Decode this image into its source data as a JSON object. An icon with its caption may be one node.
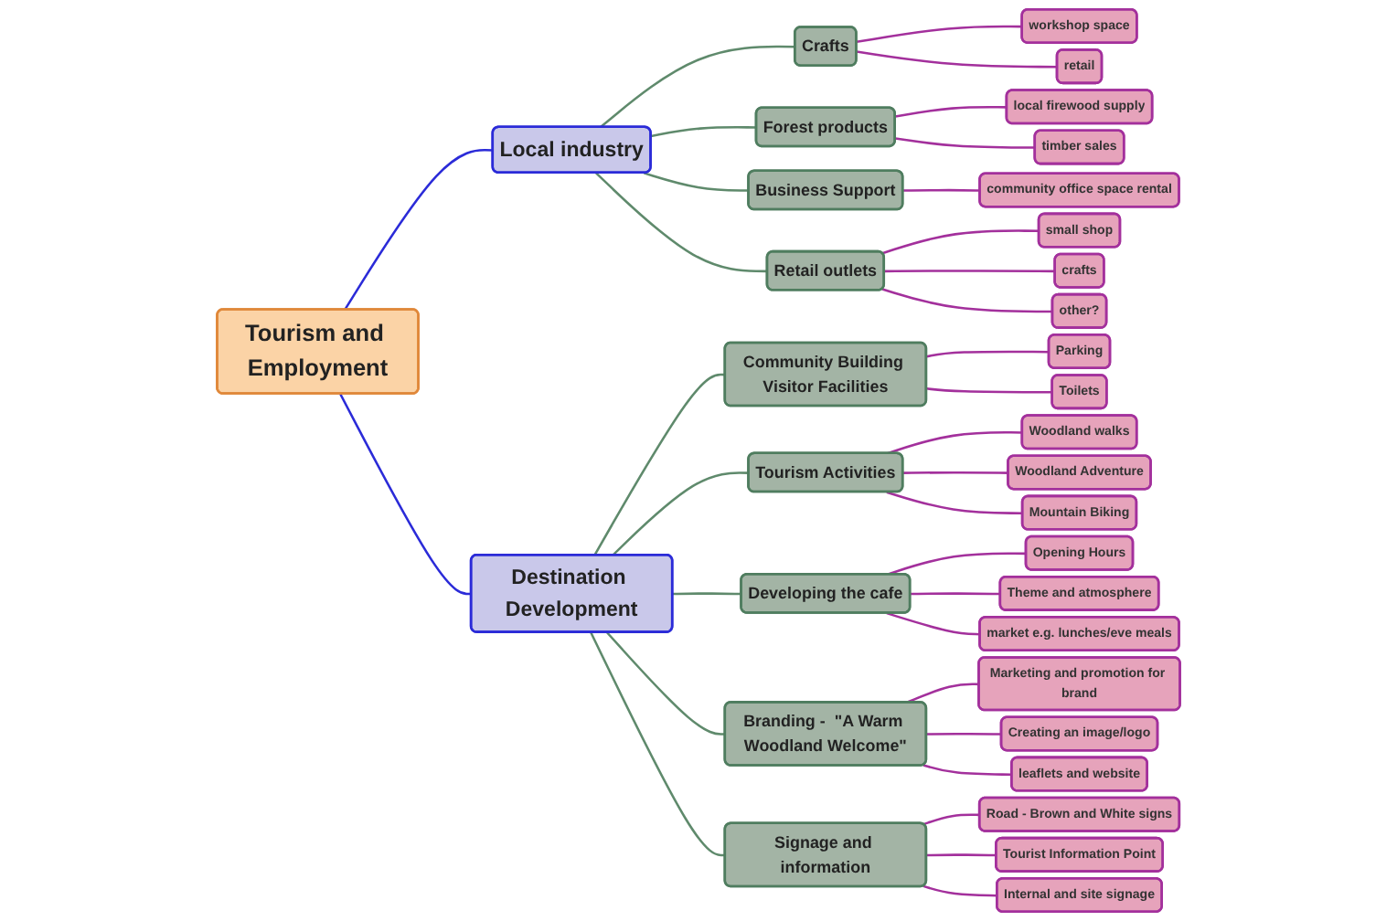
{
  "diagram": {
    "nodes": [
      {
        "text": [
          "Tourism and Employment"
        ]
      },
      {
        "text": [
          "Local industry"
        ]
      },
      {
        "text": [
          "Crafts"
        ]
      },
      {
        "text": [
          "workshop space"
        ]
      },
      {
        "text": [
          "retail"
        ]
      },
      {
        "text": [
          "Forest products"
        ]
      },
      {
        "text": [
          "local firewood supply"
        ]
      },
      {
        "text": [
          "timber sales"
        ]
      },
      {
        "text": [
          "Business Support"
        ]
      },
      {
        "text": [
          "community office space rental"
        ]
      },
      {
        "text": [
          "Retail outlets"
        ]
      },
      {
        "text": [
          "small shop"
        ]
      },
      {
        "text": [
          "crafts"
        ]
      },
      {
        "text": [
          "other?"
        ]
      },
      {
        "text": [
          "Destination Development"
        ]
      },
      {
        "text": [
          "Community Building Visitor Facilities"
        ]
      },
      {
        "text": [
          "Parking"
        ]
      },
      {
        "text": [
          "Toilets"
        ]
      },
      {
        "text": [
          "Tourism Activities"
        ]
      },
      {
        "text": [
          "Woodland walks"
        ]
      },
      {
        "text": [
          "Woodland Adventure"
        ]
      },
      {
        "text": [
          "Mountain Biking"
        ]
      },
      {
        "text": [
          "Developing the cafe"
        ]
      },
      {
        "text": [
          "Opening Hours"
        ]
      },
      {
        "text": [
          "Theme and atmosphere"
        ]
      },
      {
        "text": [
          "market e.g. lunches/eve meals"
        ]
      },
      {
        "text": [
          "Branding -  \"A Warm Woodland Welcome\""
        ]
      },
      {
        "text": [
          "Marketing and promotion for brand"
        ]
      },
      {
        "text": [
          "Creating an image/logo"
        ]
      },
      {
        "text": [
          "leaflets and website"
        ]
      },
      {
        "text": [
          "Signage and information"
        ]
      },
      {
        "text": [
          "Road - Brown and White signs"
        ]
      },
      {
        "text": [
          "Tourist Information Point"
        ]
      },
      {
        "text": [
          "Internal and site signage"
        ]
      }
    ],
    "edges": [
      {
        "from": 0,
        "to": 1,
        "arrow": "none",
        "color": "#2b2bd8"
      },
      {
        "from": 1,
        "to": 2,
        "arrow": "none",
        "color": "#5f8a6c"
      },
      {
        "from": 2,
        "to": 3,
        "arrow": "none"
      },
      {
        "from": 2,
        "to": 4,
        "arrow": "none"
      },
      {
        "from": 1,
        "to": 5,
        "arrow": "none",
        "color": "#5f8a6c"
      },
      {
        "from": 5,
        "to": 6,
        "arrow": "none"
      },
      {
        "from": 5,
        "to": 7,
        "arrow": "none"
      },
      {
        "from": 1,
        "to": 8,
        "arrow": "none",
        "color": "#5f8a6c"
      },
      {
        "from": 8,
        "to": 9,
        "arrow": "none"
      },
      {
        "from": 1,
        "to": 10,
        "arrow": "none",
        "color": "#5f8a6c"
      },
      {
        "from": 10,
        "to": 11,
        "arrow": "none"
      },
      {
        "from": 10,
        "to": 12,
        "arrow": "none"
      },
      {
        "from": 10,
        "to": 13,
        "arrow": "none"
      },
      {
        "from": 0,
        "to": 14,
        "arrow": "none",
        "color": "#2b2bd8"
      },
      {
        "from": 14,
        "to": 15,
        "arrow": "none",
        "color": "#5f8a6c"
      },
      {
        "from": 15,
        "to": 16,
        "arrow": "none"
      },
      {
        "from": 15,
        "to": 17,
        "arrow": "none"
      },
      {
        "from": 14,
        "to": 18,
        "arrow": "none",
        "color": "#5f8a6c"
      },
      {
        "from": 18,
        "to": 19,
        "arrow": "none"
      },
      {
        "from": 18,
        "to": 20,
        "arrow": "none"
      },
      {
        "from": 18,
        "to": 21,
        "arrow": "none"
      },
      {
        "from": 14,
        "to": 22,
        "arrow": "none",
        "color": "#5f8a6c"
      },
      {
        "from": 22,
        "to": 23,
        "arrow": "none"
      },
      {
        "from": 22,
        "to": 24,
        "arrow": "none"
      },
      {
        "from": 22,
        "to": 25,
        "arrow": "none"
      },
      {
        "from": 14,
        "to": 26,
        "arrow": "none",
        "color": "#5f8a6c"
      },
      {
        "from": 26,
        "to": 27,
        "arrow": "none"
      },
      {
        "from": 26,
        "to": 28,
        "arrow": "none"
      },
      {
        "from": 26,
        "to": 29,
        "arrow": "none"
      },
      {
        "from": 14,
        "to": 30,
        "arrow": "none",
        "color": "#5f8a6c"
      },
      {
        "from": 30,
        "to": 31,
        "arrow": "none"
      },
      {
        "from": 30,
        "to": 32,
        "arrow": "none"
      },
      {
        "from": 30,
        "to": 33,
        "arrow": "none"
      }
    ]
  }
}
